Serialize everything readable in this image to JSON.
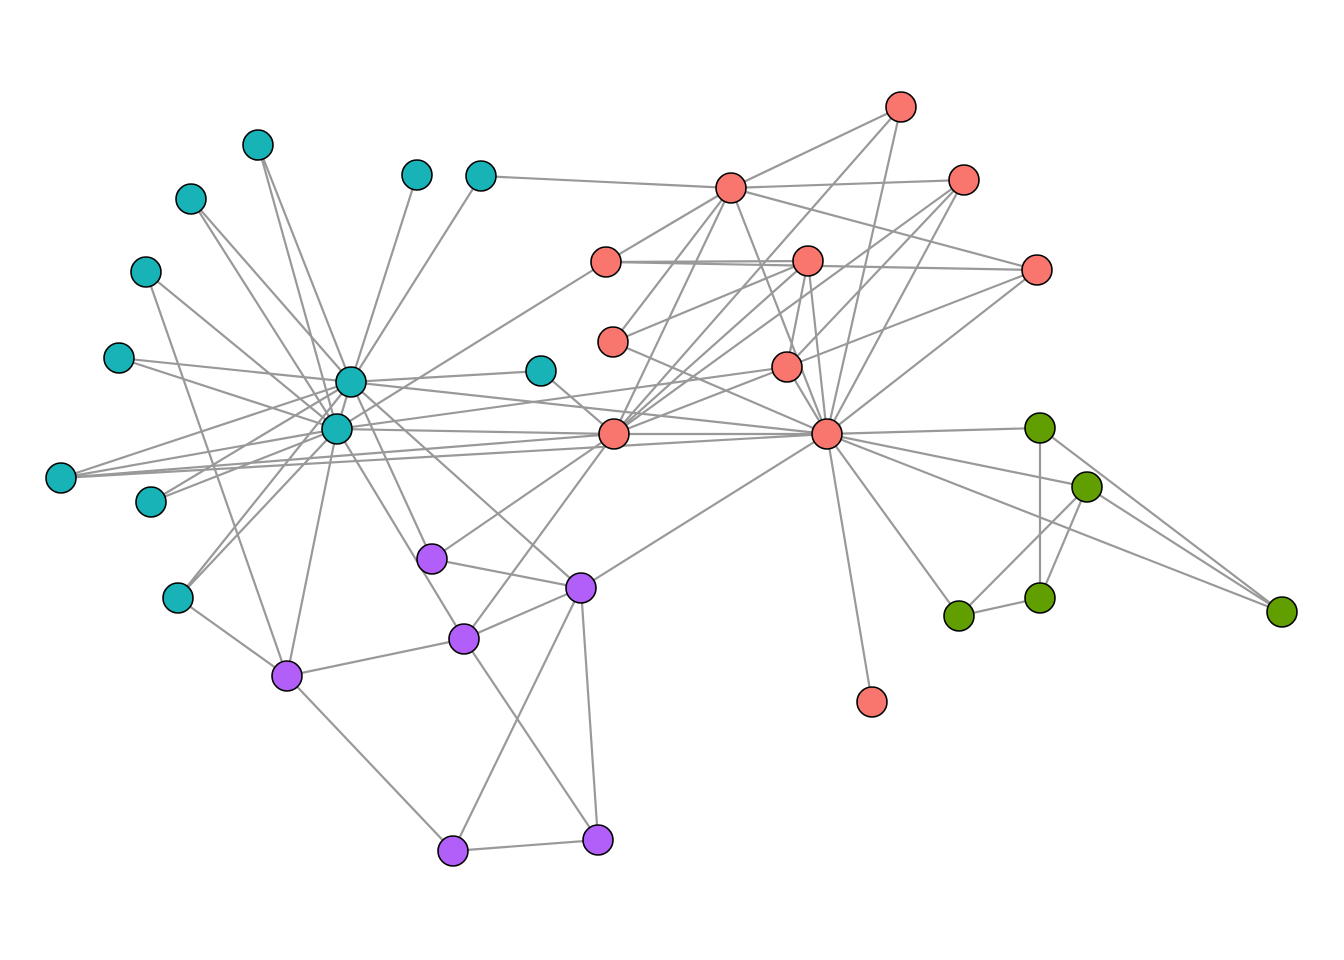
{
  "graph": {
    "directed": false,
    "edge_color": "#999999",
    "node_outline_color": "#000000",
    "background_color": "#ffffff",
    "communities": [
      {
        "id": "red",
        "color": "#F8766D"
      },
      {
        "id": "green",
        "color": "#619F00"
      },
      {
        "id": "teal",
        "color": "#17B3B6"
      },
      {
        "id": "purple",
        "color": "#B15FF8"
      }
    ],
    "nodes": [
      {
        "id": 0,
        "community": "red"
      },
      {
        "id": 1,
        "community": "red"
      },
      {
        "id": 2,
        "community": "red"
      },
      {
        "id": 3,
        "community": "red"
      },
      {
        "id": 4,
        "community": "red"
      },
      {
        "id": 5,
        "community": "red"
      },
      {
        "id": 6,
        "community": "red"
      },
      {
        "id": 7,
        "community": "red"
      },
      {
        "id": 8,
        "community": "red"
      },
      {
        "id": 9,
        "community": "red"
      },
      {
        "id": 10,
        "community": "red"
      },
      {
        "id": 11,
        "community": "green"
      },
      {
        "id": 12,
        "community": "green"
      },
      {
        "id": 13,
        "community": "green"
      },
      {
        "id": 14,
        "community": "green"
      },
      {
        "id": 15,
        "community": "green"
      },
      {
        "id": 16,
        "community": "teal"
      },
      {
        "id": 17,
        "community": "teal"
      },
      {
        "id": 18,
        "community": "teal"
      },
      {
        "id": 19,
        "community": "teal"
      },
      {
        "id": 20,
        "community": "teal"
      },
      {
        "id": 21,
        "community": "teal"
      },
      {
        "id": 22,
        "community": "teal"
      },
      {
        "id": 23,
        "community": "teal"
      },
      {
        "id": 24,
        "community": "teal"
      },
      {
        "id": 25,
        "community": "teal"
      },
      {
        "id": 26,
        "community": "teal"
      },
      {
        "id": 27,
        "community": "teal"
      },
      {
        "id": 28,
        "community": "purple"
      },
      {
        "id": 29,
        "community": "purple"
      },
      {
        "id": 30,
        "community": "purple"
      },
      {
        "id": 31,
        "community": "purple"
      },
      {
        "id": 32,
        "community": "purple"
      },
      {
        "id": 33,
        "community": "purple"
      }
    ],
    "edges": [
      [
        0,
        3
      ],
      [
        0,
        1
      ],
      [
        0,
        2
      ],
      [
        0,
        6
      ],
      [
        0,
        5
      ],
      [
        0,
        10
      ],
      [
        0,
        11
      ],
      [
        0,
        12
      ],
      [
        0,
        14
      ],
      [
        0,
        15
      ],
      [
        0,
        9
      ],
      [
        0,
        8
      ],
      [
        0,
        7
      ],
      [
        0,
        26
      ],
      [
        0,
        30
      ],
      [
        0,
        16
      ],
      [
        1,
        4
      ],
      [
        1,
        6
      ],
      [
        1,
        3
      ],
      [
        1,
        7
      ],
      [
        1,
        8
      ],
      [
        1,
        9
      ],
      [
        1,
        18
      ],
      [
        2,
        5
      ],
      [
        2,
        4
      ],
      [
        2,
        6
      ],
      [
        2,
        3
      ],
      [
        3,
        8
      ],
      [
        3,
        9
      ],
      [
        3,
        26
      ],
      [
        3,
        7
      ],
      [
        3,
        17
      ],
      [
        3,
        31
      ],
      [
        3,
        29
      ],
      [
        4,
        9
      ],
      [
        4,
        17
      ],
      [
        5,
        8
      ],
      [
        5,
        17
      ],
      [
        11,
        13
      ],
      [
        11,
        15
      ],
      [
        12,
        13
      ],
      [
        12,
        14
      ],
      [
        12,
        15
      ],
      [
        13,
        14
      ],
      [
        16,
        17
      ],
      [
        16,
        18
      ],
      [
        16,
        19
      ],
      [
        16,
        20
      ],
      [
        16,
        21
      ],
      [
        16,
        22
      ],
      [
        16,
        24
      ],
      [
        16,
        25
      ],
      [
        16,
        26
      ],
      [
        16,
        27
      ],
      [
        16,
        31
      ],
      [
        16,
        30
      ],
      [
        17,
        24
      ],
      [
        17,
        25
      ],
      [
        17,
        21
      ],
      [
        17,
        22
      ],
      [
        17,
        23
      ],
      [
        17,
        27
      ],
      [
        17,
        28
      ],
      [
        17,
        29
      ],
      [
        17,
        26
      ],
      [
        19,
        3
      ],
      [
        23,
        28
      ],
      [
        27,
        28
      ],
      [
        28,
        29
      ],
      [
        28,
        32
      ],
      [
        29,
        30
      ],
      [
        29,
        33
      ],
      [
        30,
        32
      ],
      [
        30,
        33
      ],
      [
        32,
        33
      ],
      [
        30,
        31
      ]
    ]
  }
}
